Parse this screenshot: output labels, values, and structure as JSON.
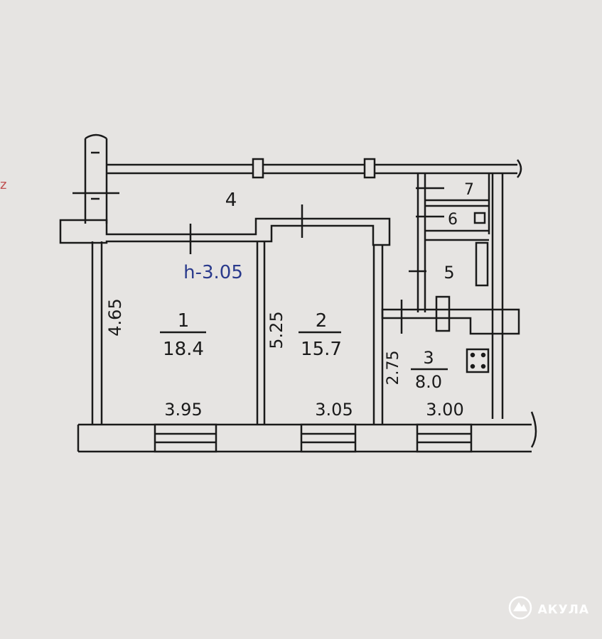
{
  "plan": {
    "ceiling_height": "h-3.05",
    "rooms": [
      {
        "number": "1",
        "area": "18.4"
      },
      {
        "number": "2",
        "area": "15.7"
      },
      {
        "number": "3",
        "area": "8.0"
      }
    ],
    "spaces": [
      "4",
      "5",
      "6",
      "7"
    ],
    "dimensions": {
      "room1_depth": "4.65",
      "room1_width": "3.95",
      "room2_depth": "5.25",
      "room2_width": "3.05",
      "room3_depth": "2.75",
      "room3_width": "3.00"
    }
  },
  "margin_mark": "z",
  "watermark": {
    "brand": "АКУЛА"
  },
  "colors": {
    "paper": "#e6e4e2",
    "ink": "#1a1a1a",
    "pen_blue": "#2a3a8c"
  }
}
